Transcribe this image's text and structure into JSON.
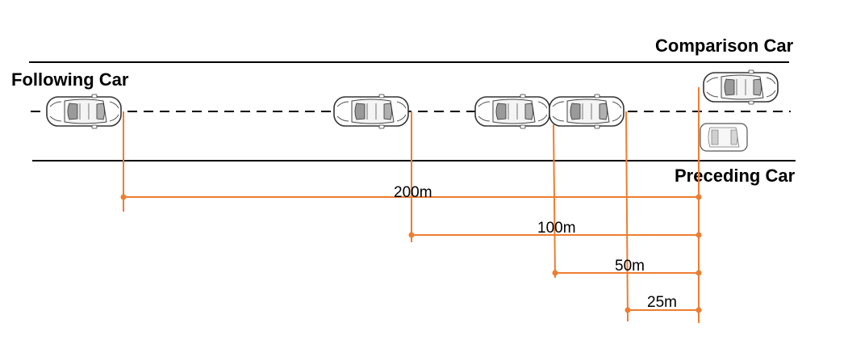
{
  "labels": {
    "following": "Following Car",
    "comparison": "Comparison Car",
    "preceding": "Preceding Car"
  },
  "distances": [
    {
      "label": "200m",
      "meters": 200
    },
    {
      "label": "100m",
      "meters": 100
    },
    {
      "label": "50m",
      "meters": 50
    },
    {
      "label": "25m",
      "meters": 25
    }
  ],
  "colors": {
    "measure": "#ed7d31",
    "road": "#000000",
    "car_outline": "#333333"
  },
  "icons": [
    "car-icon"
  ]
}
